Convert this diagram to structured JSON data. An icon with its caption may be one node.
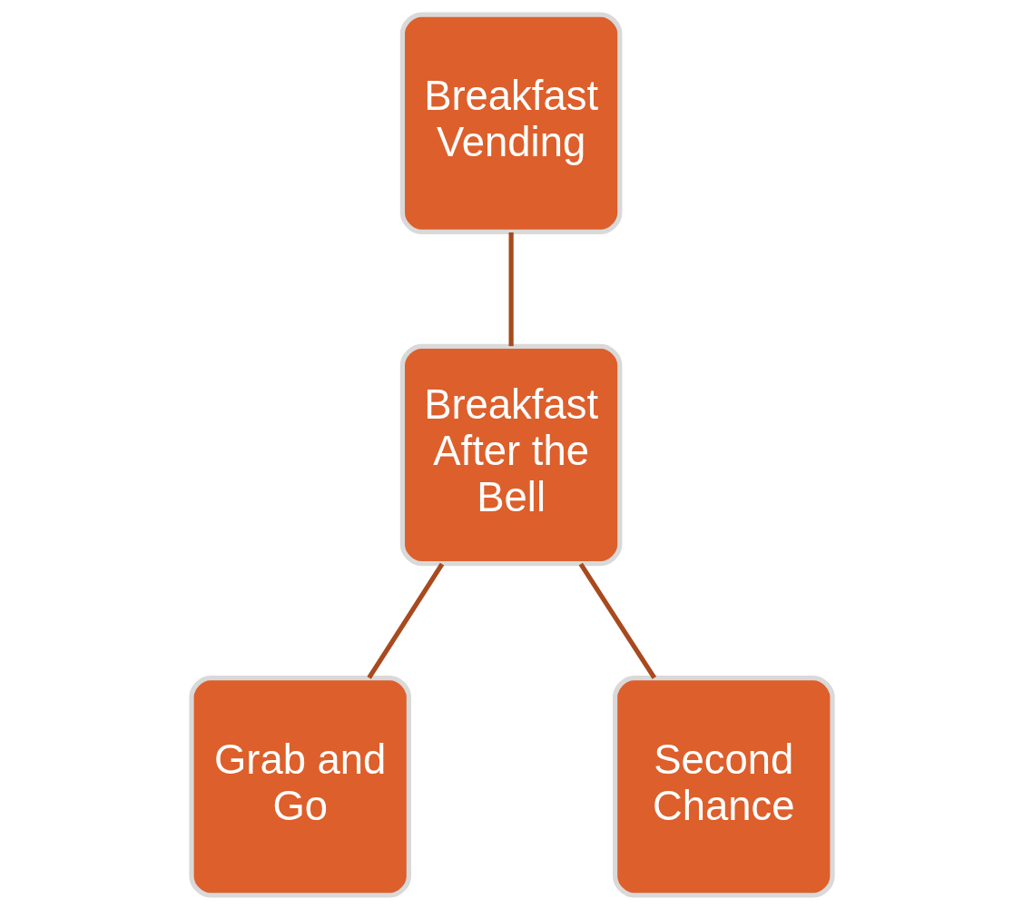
{
  "diagram": {
    "nodes": [
      {
        "text": [
          "Breakfast Vending"
        ]
      },
      {
        "text": [
          "Breakfast After the Bell"
        ]
      },
      {
        "text": [
          "Grab and Go"
        ]
      },
      {
        "text": [
          "Second Chance"
        ]
      }
    ],
    "edges": [
      {
        "from": 0,
        "to": 1,
        "arrow": "none"
      },
      {
        "from": 1,
        "to": 2,
        "arrow": "none"
      },
      {
        "from": 1,
        "to": 3,
        "arrow": "none"
      }
    ]
  }
}
